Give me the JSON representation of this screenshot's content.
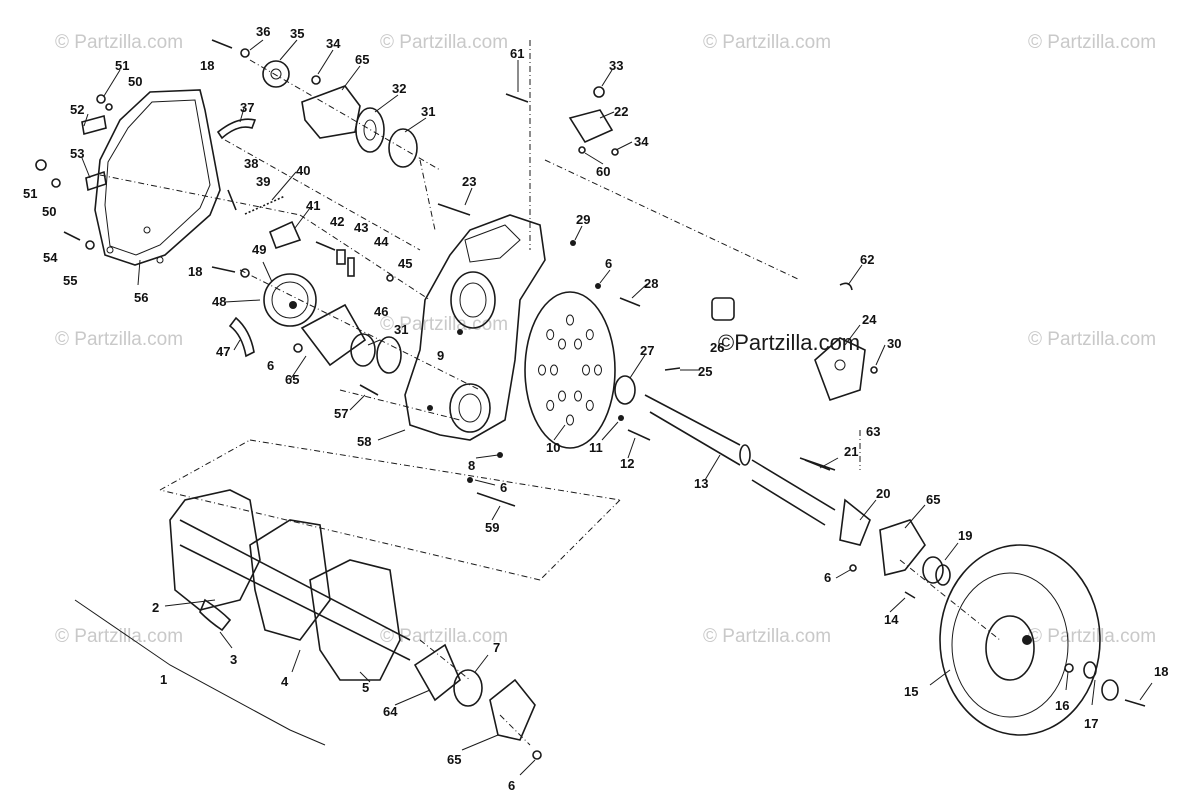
{
  "watermark": {
    "text": "© Partzilla.com",
    "center_text": "©Partzilla.com"
  },
  "callouts": {
    "c51a": "51",
    "c50a": "50",
    "c52": "52",
    "c53": "53",
    "c51b": "51",
    "c50b": "50",
    "c54": "54",
    "c55": "55",
    "c56": "56",
    "c18a": "18",
    "c36": "36",
    "c35": "35",
    "c34a": "34",
    "c65a": "65",
    "c32": "32",
    "c31a": "31",
    "c37": "37",
    "c38": "38",
    "c39": "39",
    "c40": "40",
    "c41": "41",
    "c42": "42",
    "c43": "43",
    "c44": "44",
    "c45": "45",
    "c18b": "18",
    "c49": "49",
    "c48": "48",
    "c47": "47",
    "c6a": "6",
    "c65b": "65",
    "c46": "46",
    "c31b": "31",
    "c57": "57",
    "c58": "58",
    "c9": "9",
    "c23": "23",
    "c61": "61",
    "c33": "33",
    "c22": "22",
    "c34b": "34",
    "c60": "60",
    "c29": "29",
    "c6b": "6",
    "c28": "28",
    "c26": "26",
    "c27": "27",
    "c25": "25",
    "c10": "10",
    "c11": "11",
    "c12": "12",
    "c8": "8",
    "c6c": "6",
    "c59": "59",
    "c13": "13",
    "c62": "62",
    "c24": "24",
    "c30": "30",
    "c63": "63",
    "c21": "21",
    "c20": "20",
    "c65c": "65",
    "c19": "19",
    "c6d": "6",
    "c14": "14",
    "c15": "15",
    "c16": "16",
    "c17": "17",
    "c18c": "18",
    "c2": "2",
    "c3": "3",
    "c1": "1",
    "c4": "4",
    "c5": "5",
    "c7": "7",
    "c64": "64",
    "c65d": "65",
    "c6e": "6"
  }
}
